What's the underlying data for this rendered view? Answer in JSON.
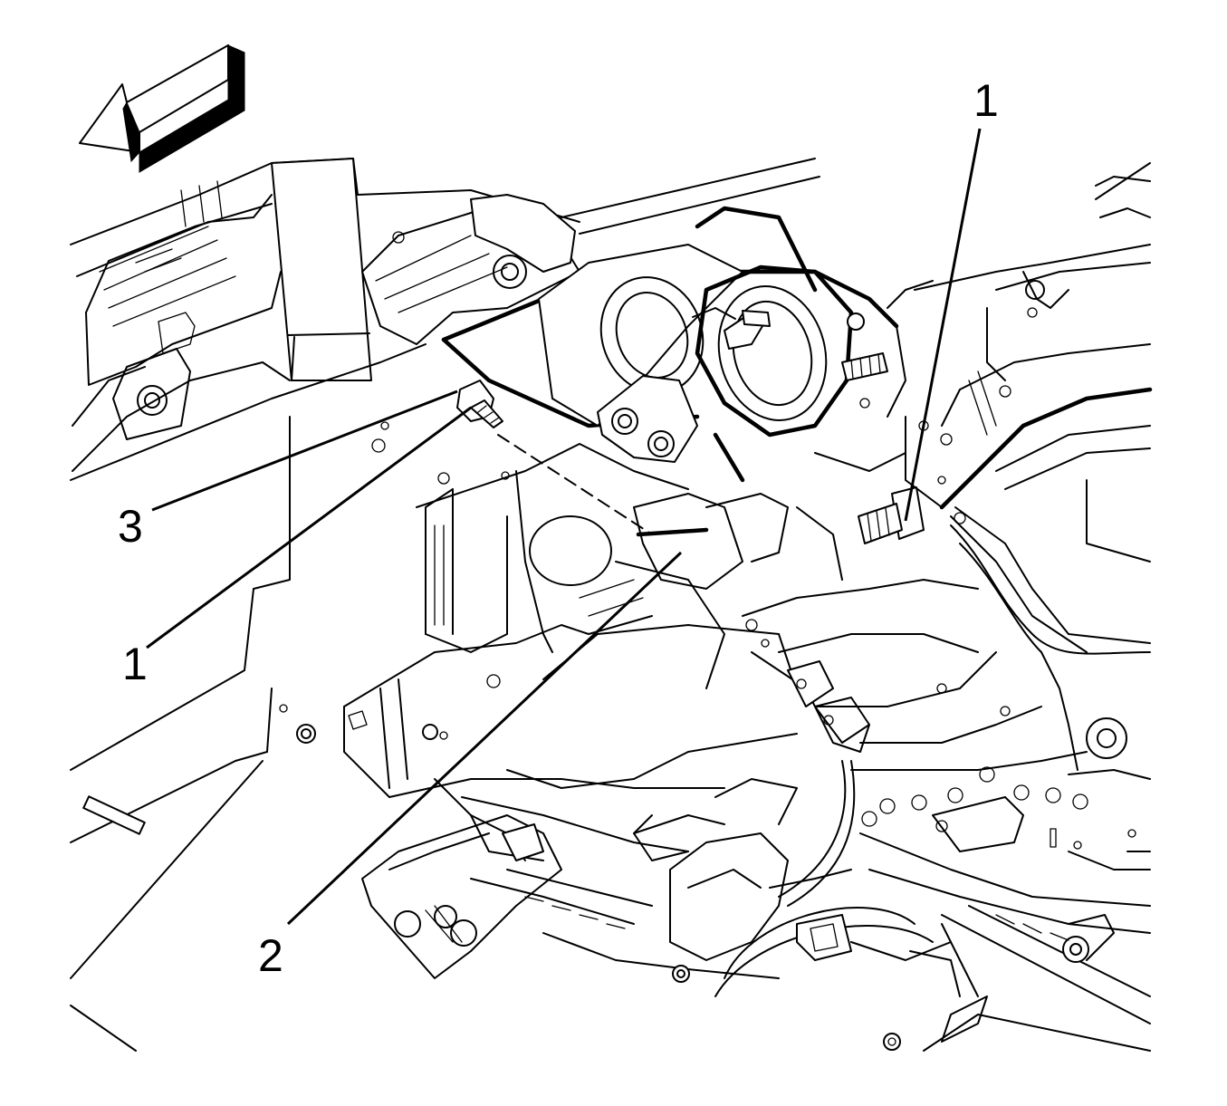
{
  "colors": {
    "line": "#000000",
    "background": "#ffffff"
  },
  "icons": {
    "direction": "forward-direction-arrow"
  },
  "callouts": [
    {
      "id": "top-right",
      "label": "1"
    },
    {
      "id": "left-3",
      "label": "3"
    },
    {
      "id": "left-1",
      "label": "1"
    },
    {
      "id": "bottom-2",
      "label": "2"
    }
  ]
}
